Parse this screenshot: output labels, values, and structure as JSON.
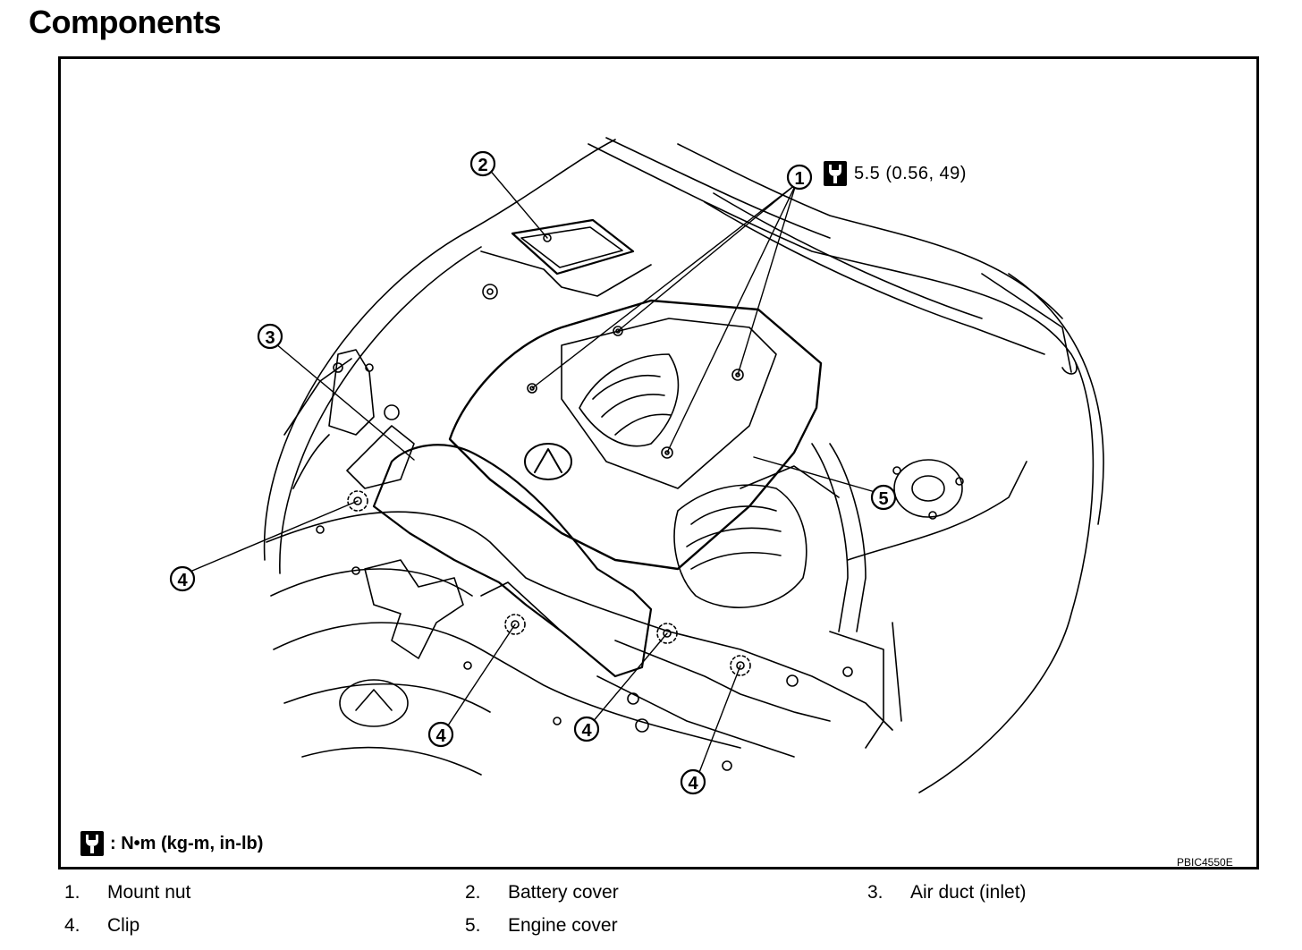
{
  "page_title": "Components",
  "figure": {
    "callouts": [
      "1",
      "2",
      "3",
      "4",
      "5"
    ],
    "torque_spec": "5.5 (0.56, 49)",
    "torque_unit_legend": ": N•m (kg-m, in-lb)",
    "figure_code": "PBIC4550E",
    "icons": [
      "torque-wrench-icon"
    ]
  },
  "parts": [
    {
      "number": "1.",
      "name": "Mount nut"
    },
    {
      "number": "2.",
      "name": "Battery cover"
    },
    {
      "number": "3.",
      "name": "Air duct (inlet)"
    },
    {
      "number": "4.",
      "name": "Clip"
    },
    {
      "number": "5.",
      "name": "Engine cover"
    }
  ]
}
